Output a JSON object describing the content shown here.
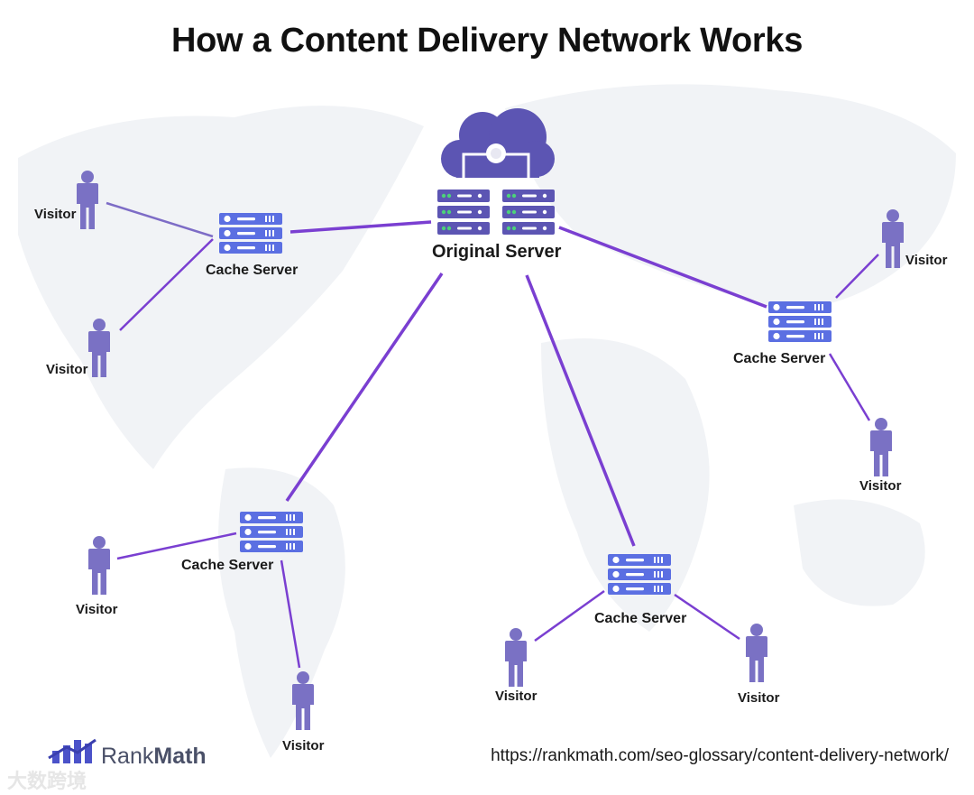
{
  "title": "How a Content Delivery Network Works",
  "origin_server": {
    "label": "Original Server"
  },
  "cache_servers": [
    {
      "label": "Cache Server"
    },
    {
      "label": "Cache Server"
    },
    {
      "label": "Cache Server"
    },
    {
      "label": "Cache Server"
    }
  ],
  "visitor_label": "Visitor",
  "visitors": [
    {
      "label": "Visitor"
    },
    {
      "label": "Visitor"
    },
    {
      "label": "Visitor"
    },
    {
      "label": "Visitor"
    },
    {
      "label": "Visitor"
    },
    {
      "label": "Visitor"
    },
    {
      "label": "Visitor"
    },
    {
      "label": "Visitor"
    }
  ],
  "footer": {
    "brand_prefix": "Rank",
    "brand_suffix": "Math",
    "url": "https://rankmath.com/seo-glossary/content-delivery-network/",
    "watermark": "大数跨境"
  },
  "colors": {
    "link": "#7a3fd1",
    "link_light": "#7d6cc6",
    "server": "#5b6fe2",
    "cloud": "#5c55b3",
    "person": "#7a71c4",
    "map": "#f1f3f6"
  }
}
